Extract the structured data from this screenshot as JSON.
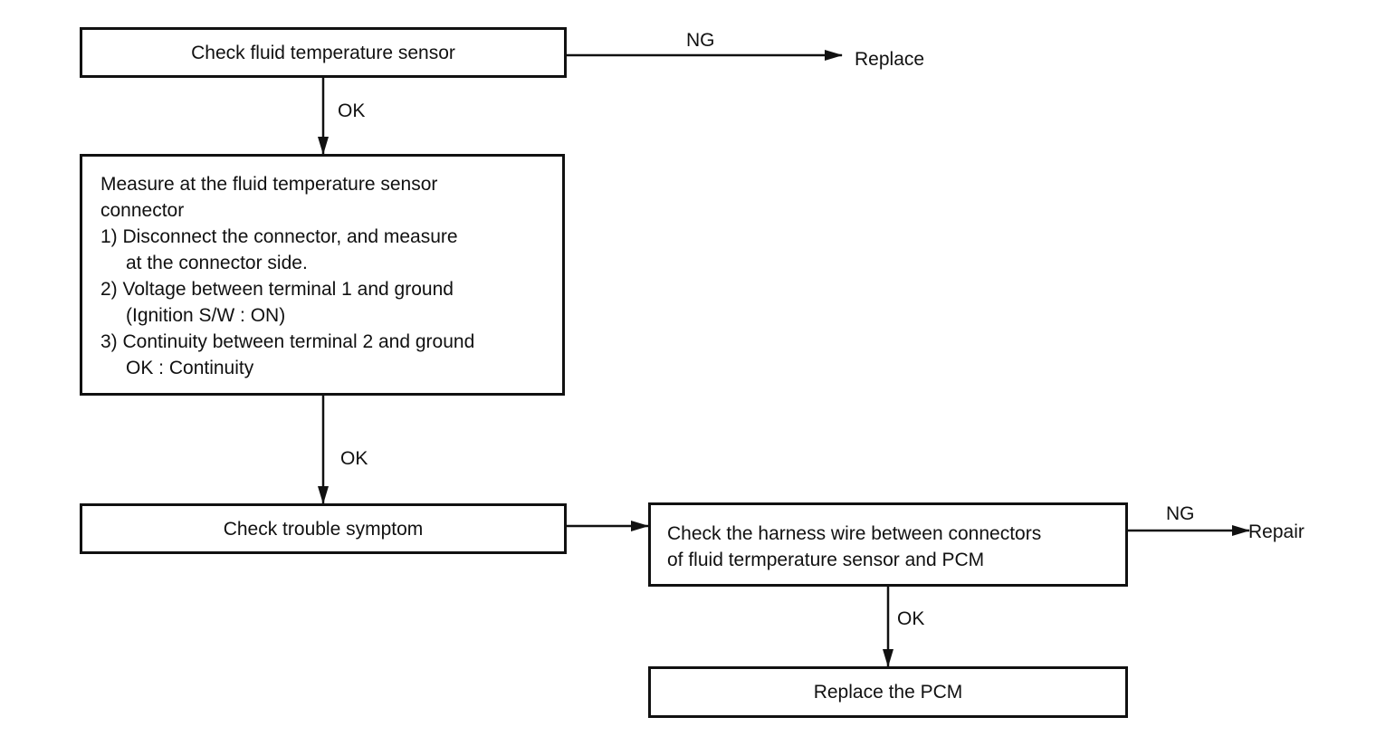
{
  "boxes": {
    "check_sensor": "Check fluid temperature sensor",
    "measure": {
      "lines": [
        "Measure at the fluid temperature sensor",
        "connector",
        "1) Disconnect the connector, and measure",
        "at the connector side.",
        "2) Voltage between terminal 1 and ground",
        "(Ignition S/W : ON)",
        "3) Continuity between terminal 2 and ground",
        "OK : Continuity"
      ]
    },
    "check_symptom": "Check trouble symptom",
    "check_harness": {
      "lines": [
        "Check the harness wire between connectors",
        "of fluid termperature sensor and PCM"
      ]
    },
    "replace_pcm": "Replace the PCM"
  },
  "labels": {
    "ng_1": "NG",
    "replace": "Replace",
    "ok_1": "OK",
    "ok_2": "OK",
    "ng_2": "NG",
    "repair": "Repair",
    "ok_3": "OK"
  }
}
